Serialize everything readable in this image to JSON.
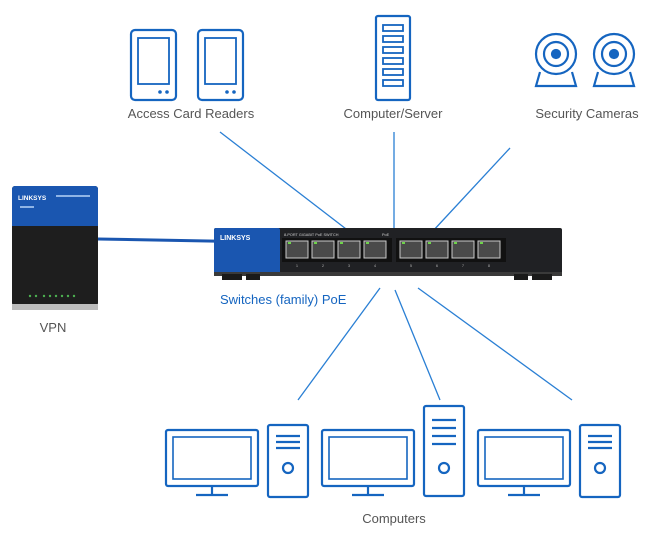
{
  "colors": {
    "accent": "#1565c0",
    "line": "#2a7fd4",
    "icon": "#1565c0",
    "caption": "#555555",
    "device_dark": "#1e1e1e",
    "device_blue": "#1a56b0"
  },
  "labels": {
    "card_readers": "Access Card Readers",
    "server": "Computer/Server",
    "cameras": "Security Cameras",
    "vpn": "VPN",
    "switch": "Switches (family) PoE",
    "computers": "Computers"
  },
  "devices": {
    "router_brand": "LINKSYS",
    "switch_brand": "LINKSYS",
    "switch_model_text": "8-PORT GIGABIT PoE SWITCH",
    "switch_poe_text": "PoE"
  },
  "switch_ports": [
    "1",
    "2",
    "3",
    "4",
    "5",
    "6",
    "7",
    "8"
  ],
  "icons": {
    "card_reader": "card-reader-icon",
    "server": "server-icon",
    "camera": "security-camera-icon",
    "computer": "desktop-computer-icon"
  }
}
